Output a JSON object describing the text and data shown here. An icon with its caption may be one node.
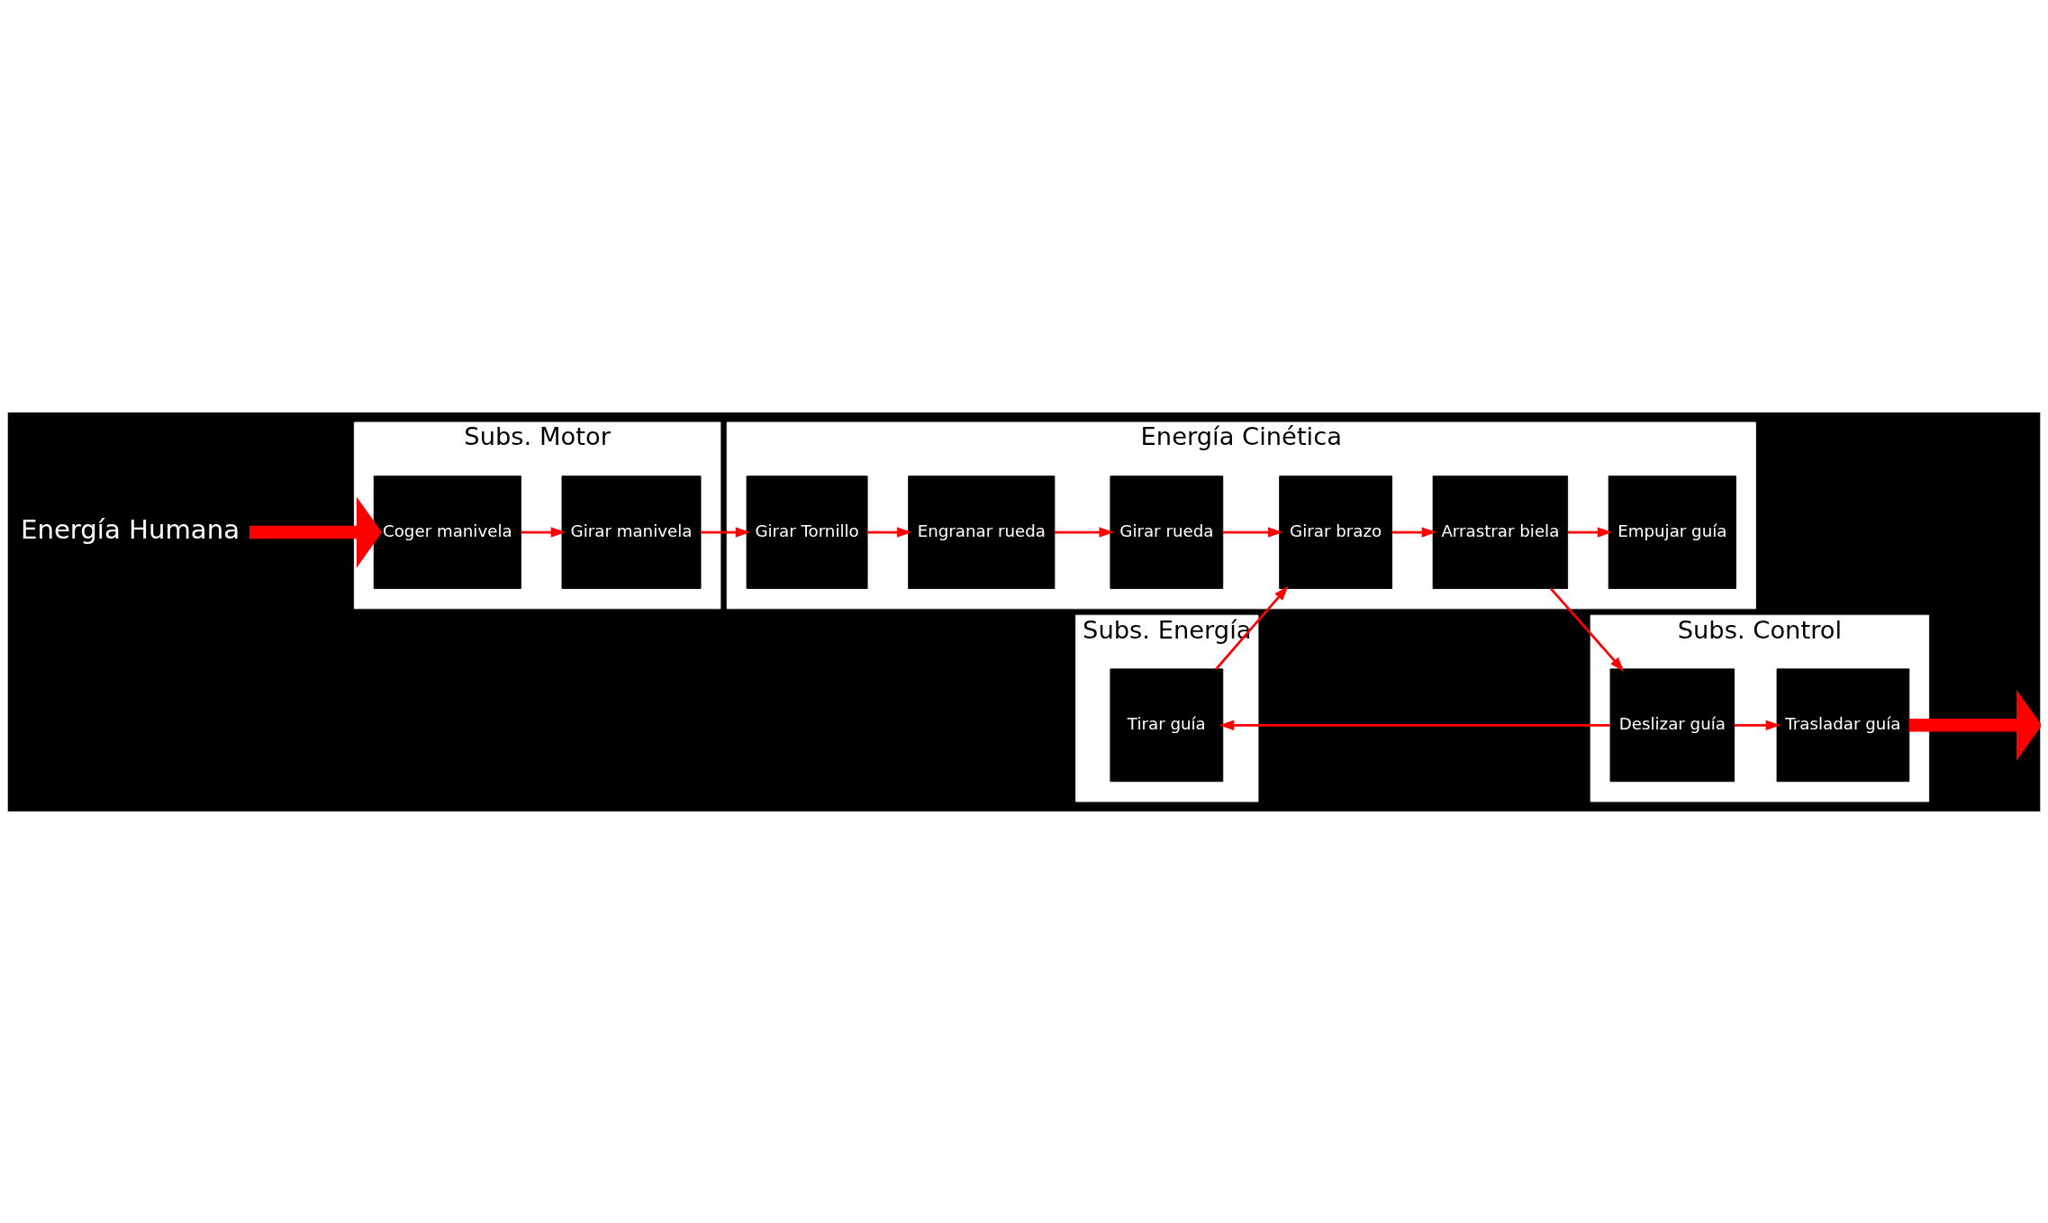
{
  "diagram": {
    "nodes": [
      {
        "text": [
          "Energía Humana"
        ]
      },
      {
        "text": [
          "Subs. Motor"
        ]
      },
      {
        "text": [
          "Coger manivela"
        ],
        "in": 1
      },
      {
        "text": [
          "Girar manivela"
        ],
        "in": 1
      },
      {
        "text": [
          "Energía Cinética"
        ]
      },
      {
        "text": [
          "Girar Tornillo"
        ],
        "in": 4
      },
      {
        "text": [
          "Engranar rueda"
        ],
        "in": 4
      },
      {
        "text": [
          "Girar rueda"
        ],
        "in": 4
      },
      {
        "text": [
          "Girar brazo"
        ],
        "in": 4
      },
      {
        "text": [
          "Arrastrar biela"
        ],
        "in": 4
      },
      {
        "text": [
          "Empujar guía"
        ],
        "in": 4
      },
      {
        "text": [
          "Subs. Control"
        ]
      },
      {
        "text": [
          "Trasladar guía"
        ],
        "in": 11
      },
      {
        "text": [
          "Deslizar guía"
        ],
        "in": 11
      },
      {
        "text": [
          "Subs. Energía"
        ]
      },
      {
        "text": [
          "Tirar guía"
        ],
        "in": 14
      }
    ],
    "edges": [
      {
        "from": 0,
        "to": 2,
        "arrow": "to",
        "style": "thick"
      },
      {
        "from": 2,
        "to": 3,
        "arrow": "to"
      },
      {
        "from": 3,
        "to": 5,
        "arrow": "to"
      },
      {
        "from": 5,
        "to": 6,
        "arrow": "to"
      },
      {
        "from": 6,
        "to": 7,
        "arrow": "to"
      },
      {
        "from": 7,
        "to": 8,
        "arrow": "to"
      },
      {
        "from": 8,
        "to": 9,
        "arrow": "to"
      },
      {
        "from": 9,
        "to": 10,
        "arrow": "to"
      },
      {
        "from": 9,
        "to": 13,
        "arrow": "to"
      },
      {
        "from": 13,
        "to": 12,
        "arrow": "to"
      },
      {
        "from": 13,
        "to": 15,
        "arrow": "to"
      },
      {
        "from": 15,
        "to": 8,
        "arrow": "to"
      },
      {
        "from": 12,
        "to": null,
        "arrow": "to",
        "style": "thick"
      }
    ]
  }
}
